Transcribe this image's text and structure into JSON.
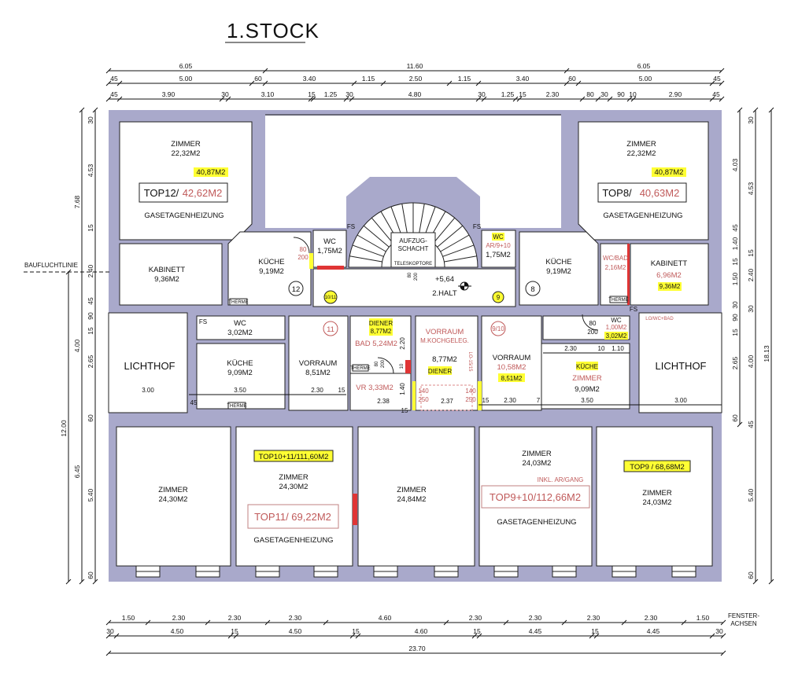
{
  "title": "1.STOCK",
  "baufluchtlinie": "BAUFLUCHTLINIE",
  "fensterachsen": [
    "FENSTER-",
    "ACHSEN"
  ],
  "colors": {
    "wall": "#a9a9cb",
    "highlight": "#ffff33",
    "red_text": "#c05a5a",
    "door_red": "#e03535"
  },
  "dims": {
    "top1": [
      "6.05",
      "11.60",
      "6.05"
    ],
    "top2": [
      "45",
      "5.00",
      "60",
      "3.40",
      "1.15",
      "2.50",
      "1.15",
      "3.40",
      "60",
      "5.00",
      "45"
    ],
    "top3": [
      "45",
      "3.90",
      "30",
      "3.10",
      "15",
      "1.25",
      "30",
      "4.80",
      "30",
      "1.25",
      "15",
      "2.30",
      "80",
      "30",
      "90",
      "10",
      "2.90",
      "45"
    ],
    "bottom1": [
      "1.50",
      "2.30",
      "2.30",
      "2.30",
      "4.60",
      "2.30",
      "2.30",
      "2.30",
      "2.30",
      "1.50"
    ],
    "bottom2": [
      "30",
      "4.50",
      "15",
      "4.50",
      "15",
      "4.60",
      "15",
      "4.45",
      "15",
      "4.45",
      "30"
    ],
    "bottom3": [
      "23.70"
    ],
    "left_outer": [
      "12.00"
    ],
    "left_mid": [
      "7.68",
      "4.00",
      "6.45"
    ],
    "left_inner": [
      "30",
      "4.53",
      "15",
      "2.40",
      "45",
      "90",
      "15",
      "2.65",
      "60",
      "5.40",
      "60"
    ],
    "right_inner": [
      "4.03",
      "45",
      "1.40",
      "15",
      "1.50",
      "30",
      "90",
      "15",
      "2.65",
      "60"
    ],
    "right_mid": [
      "30",
      "4.53",
      "15",
      "2.40",
      "30",
      "4.00",
      "45",
      "5.40",
      "60"
    ],
    "right_outer": [
      "18.13"
    ]
  },
  "rooms": {
    "zimmer_tl": {
      "name": "ZIMMER",
      "area": "22,32M2",
      "hl": "40,87M2",
      "top": "TOP12/",
      "top_area": "42,62M2",
      "heat": "GASETAGENHEIZUNG"
    },
    "kabinett_l": {
      "name": "KABINETT",
      "area": "9,36M2"
    },
    "kueche_l": {
      "name": "KÜCHE",
      "area": "9,19M2",
      "door_w": "80",
      "door_h": "200",
      "circle": "12",
      "therme": "THERME"
    },
    "wc_l_top": {
      "name": "WC",
      "area": "1,75M2"
    },
    "stair": {
      "fs_l": "FS",
      "fs_r": "FS",
      "lift1": "AUFZUG-",
      "lift2": "SCHACHT",
      "lift3": "TELESKOPTORE",
      "door_w": "80",
      "door_h": "200",
      "level": "+5,64",
      "halt": "2.HALT",
      "c_10_11": "10/11",
      "c_9": "9",
      "c_11": "11",
      "c_9_10": "9/10",
      "c_8": "8"
    },
    "wc_r_top": {
      "name": "WC",
      "sub": "AR/9+10",
      "area": "1,75M2"
    },
    "kueche_r": {
      "name": "KÜCHE",
      "area": "9,19M2"
    },
    "wcbad_r": {
      "name": "WC/BAD",
      "area": "2,16M2",
      "therme": "THERME"
    },
    "kabinett_r": {
      "name": "KABINETT",
      "area": "6,96M2",
      "hl": "9,36M2"
    },
    "zimmer_tr": {
      "name": "ZIMMER",
      "area": "22,32M2",
      "hl": "40,87M2",
      "top": "TOP8/",
      "top_area": "40,63M2",
      "heat": "GASETAGENHEIZUNG"
    },
    "lichthof_l": {
      "name": "LICHTHOF",
      "dim": "3.00"
    },
    "wc_mid_l": {
      "fs": "FS",
      "name": "WC",
      "area": "3,02M2"
    },
    "kueche_mid_l": {
      "name": "KÜCHE",
      "area": "9,09M2",
      "dim": "3.50",
      "dim2": "45",
      "therme": "THERME"
    },
    "vorraum_l": {
      "name": "VORRAUM",
      "area": "8,51M2",
      "dim": "2.30",
      "dim2": "15"
    },
    "diener": {
      "hl1": "DIENER",
      "hl2": "8,77M2",
      "bad": "BAD 5,24M2",
      "dim_h": "2.20",
      "door_w": "80",
      "door_h": "200",
      "dim10": "10",
      "therme": "THERME",
      "vr": "VR 3,33M2",
      "dim_vr": "1.40",
      "dim_w": "2.38",
      "dim15": "15"
    },
    "vorraum_m": {
      "name": "VORRAUM",
      "sub": "M.KOCHGELEG.",
      "area": "8,77M2",
      "hl": "DIENER",
      "d1w": "140",
      "d1h": "250",
      "dim": "2.37",
      "d2w": "140",
      "d2h": "250",
      "lo": "LO-15/15"
    },
    "vorraum_r": {
      "name": "VORRAUM",
      "area": "10,58M2",
      "hl": "8,51M2",
      "dim15": "15",
      "dim": "2.30",
      "dim7": "7"
    },
    "wc_mid_r": {
      "door_w": "80",
      "door_h": "200",
      "name": "WC",
      "area": "1,00M2",
      "hl": "3,02M2",
      "fs": "FS",
      "lo": "LO/WC+BAD"
    },
    "kueche_mid_r": {
      "d1": "2.30",
      "d2": "10",
      "d3": "1.10",
      "hl": "KÜCHE",
      "name": "ZIMMER",
      "area": "9,09M2",
      "dim": "3.50"
    },
    "lichthof_r": {
      "name": "LICHTHOF",
      "dim": "3.00"
    },
    "b1": {
      "name": "ZIMMER",
      "area": "24,30M2"
    },
    "b2": {
      "hl": "TOP10+11/111,60M2",
      "name": "ZIMMER",
      "area": "24,30M2",
      "top": "TOP11/ 69,22M2",
      "heat": "GASETAGENHEIZUNG"
    },
    "b3": {
      "name": "ZIMMER",
      "area": "24,84M2"
    },
    "b4": {
      "name": "ZIMMER",
      "area": "24,03M2",
      "note": "INKL. AR/GANG",
      "top": "TOP9+10/112,66M2",
      "heat": "GASETAGENHEIZUNG"
    },
    "b5": {
      "hl": "TOP9 / 68,68M2",
      "name": "ZIMMER",
      "area": "24,03M2"
    }
  }
}
